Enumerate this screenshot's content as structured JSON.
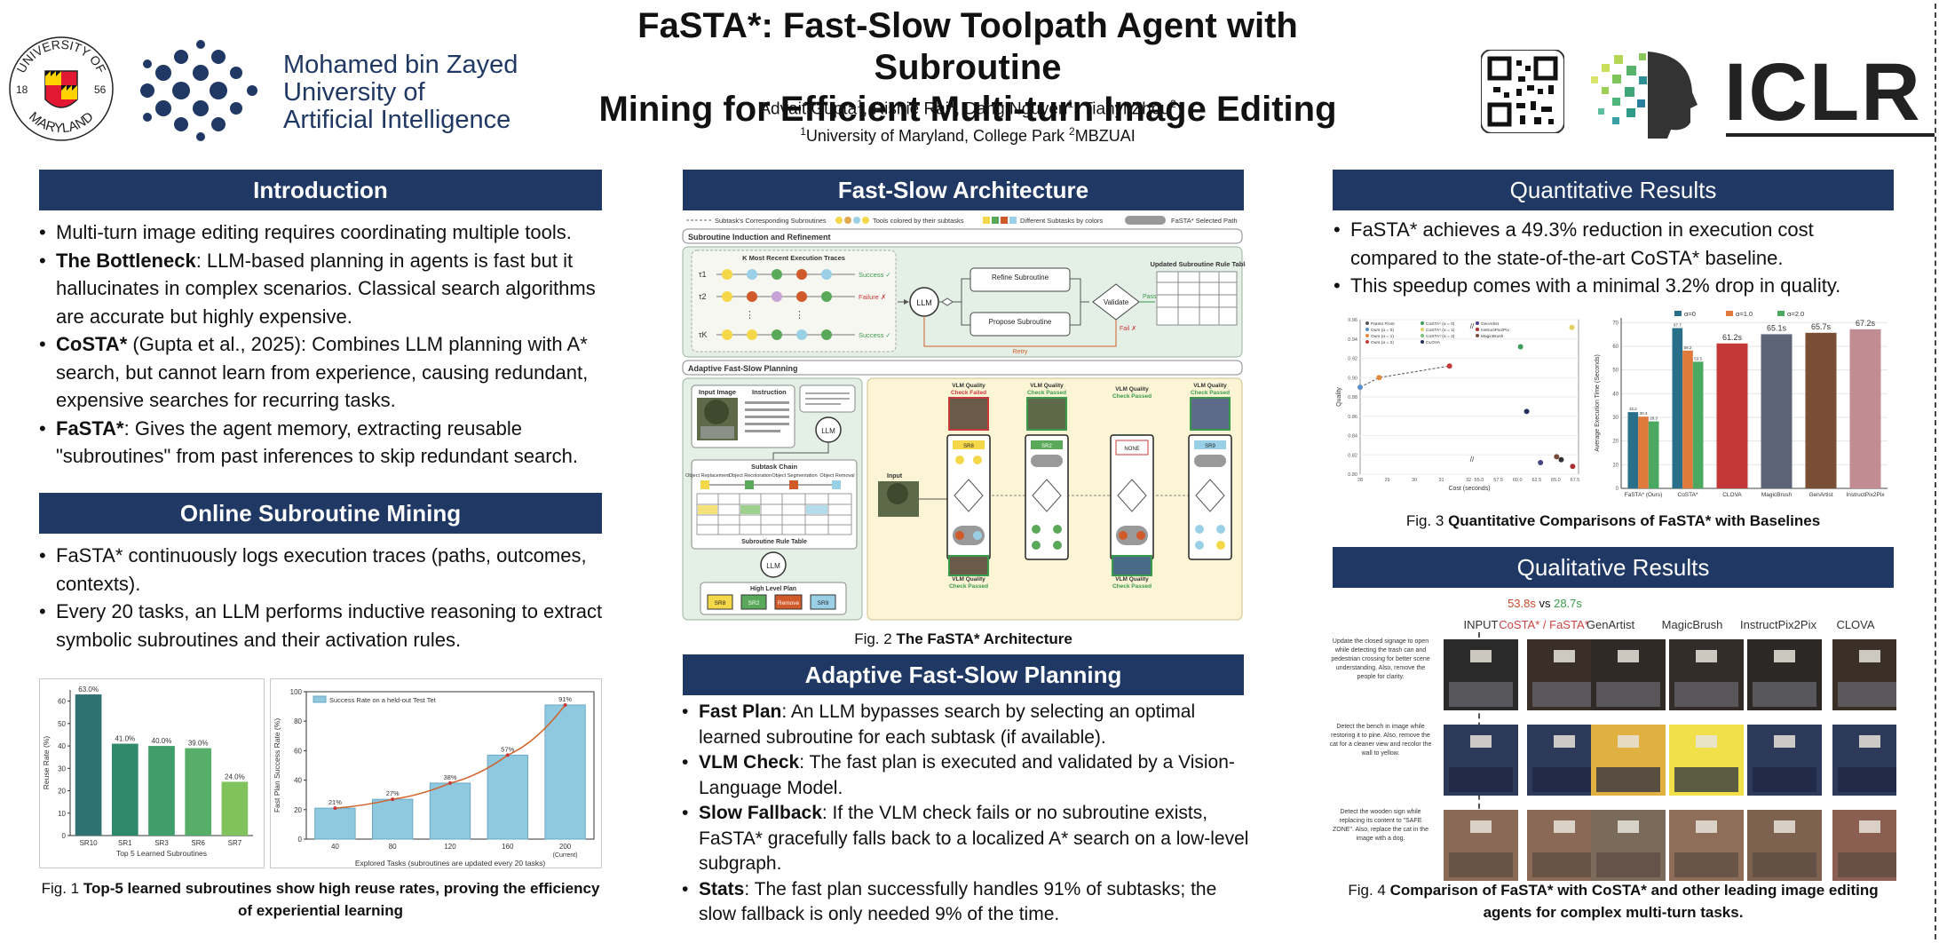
{
  "header": {
    "title_line1": "FaSTA*: Fast-Slow Toolpath Agent with Subroutine",
    "title_line2": "Mining for Efficient Multi-turn Image Editing",
    "authors": [
      {
        "name": "Advait Gupta",
        "sup": "1"
      },
      {
        "name": "Rishie Raj",
        "sup": "1"
      },
      {
        "name": "Dang Nguyen",
        "sup": "1"
      },
      {
        "name": "Tianyi Zhou",
        "sup": "2"
      }
    ],
    "affil_sup1": "1",
    "affil1": "University of Maryland, College Park ",
    "affil_sup2": "2",
    "affil2": "MBZUAI",
    "umd_ring_top": "UNIVERSITY OF",
    "umd_ring_bottom": "MARYLAND",
    "umd_year_left": "18",
    "umd_year_right": "56",
    "mbz_line1": "Mohamed bin Zayed",
    "mbz_line2": "University of",
    "mbz_line3": "Artificial Intelligence",
    "iclr": "ICLR"
  },
  "intro": {
    "heading": "Introduction",
    "b1": "Multi-turn image editing requires coordinating multiple tools.",
    "b2_bold": "The Bottleneck",
    "b2": ": LLM-based planning in agents is fast but it hallucinates in complex scenarios. Classical search algorithms are accurate but highly expensive.",
    "b3_bold": "CoSTA*",
    "b3": " (Gupta et al., 2025): Combines LLM planning with A* search, but cannot learn from experience, causing redundant, expensive searches for recurring tasks.",
    "b4_bold": "FaSTA*",
    "b4": ": Gives the agent memory, extracting reusable \"subroutines\" from past inferences to skip redundant search."
  },
  "mining": {
    "heading": "Online Subroutine Mining",
    "b1": "FaSTA* continuously logs execution traces (paths, outcomes, contexts).",
    "b2": "Every 20 tasks, an LLM performs inductive reasoning to extract symbolic subroutines and their activation rules.",
    "fig_label": "Fig. 1 ",
    "fig_caption": "Top-5 learned subroutines show high reuse rates, proving the efficiency of experiential learning"
  },
  "arch": {
    "heading": "Fast-Slow Architecture",
    "legend1": "Subtask's Corresponding Subroutines",
    "legend2": "Tools colored by their subtasks",
    "legend3": "Different Subtasks by colors",
    "legend4": "FaSTA* Selected Path",
    "box1_title": "Subroutine Induction and Refinement",
    "traces_title": "K Most Recent Execution Traces",
    "trace_labels": [
      "τ1",
      "τ2",
      "τK"
    ],
    "trace_results": [
      "Success ✓",
      "Failure ✗",
      "Success ✓"
    ],
    "llm": "LLM",
    "refine": "Refine Subroutine",
    "propose": "Propose Subroutine",
    "validate": "Validate",
    "pass": "Pass",
    "fail": "Fail ✗",
    "retry": "Retry",
    "rule_table": "Updated Subroutine Rule Table",
    "box2_title": "Adaptive Fast-Slow Planning",
    "input_image": "Input Image",
    "instruction": "Instruction",
    "subtask_chain": "Subtask Chain",
    "subtasks": [
      "Object Replacement",
      "Object Recoloration",
      "Object Segmentation",
      "Object Removal"
    ],
    "rule_table2": "Subroutine Rule Table",
    "high_plan": "High Level Plan",
    "plan_items": [
      "SR8",
      "SR2",
      "Remove",
      "SR9"
    ],
    "input_label": "Input",
    "vlm": [
      {
        "top": "VLM Quality",
        "status": "Check Failed"
      },
      {
        "top": "VLM Quality",
        "status": "Check Passed"
      },
      {
        "top": "VLM Quality",
        "status": "Check Passed"
      },
      {
        "top": "VLM Quality",
        "status": "Check Passed"
      }
    ],
    "vlm_bottom": [
      {
        "top": "VLM Quality",
        "status": "Check Passed"
      },
      {
        "top": "VLM Quality",
        "status": "Check Passed"
      }
    ],
    "sr_tags": [
      "SR8",
      "SR2",
      "NONE",
      "SR9"
    ],
    "fig_label": "Fig. 2 ",
    "fig_caption": "The FaSTA* Architecture"
  },
  "planning": {
    "heading": "Adaptive Fast-Slow Planning",
    "b1_bold": "Fast Plan",
    "b1": ": An LLM bypasses search by selecting an optimal learned subroutine for each subtask (if available).",
    "b2_bold": "VLM Check",
    "b2": ": The fast plan is executed and validated by a Vision-Language Model.",
    "b3_bold": "Slow Fallback",
    "b3": ": If the VLM check fails or no subroutine exists, FaSTA* gracefully falls back to a localized A* search on a low-level subgraph.",
    "b4_bold": "Stats",
    "b4": ": The fast plan successfully handles 91% of subtasks; the slow fallback is only needed 9% of the time."
  },
  "quant": {
    "heading": "Quantitative Results",
    "b1": "FaSTA* achieves a 49.3% reduction in execution cost compared to the state-of-the-art CoSTA* baseline.",
    "b2": "This speedup comes with a minimal 3.2% drop in quality.",
    "fig_label": "Fig. 3 ",
    "fig_caption": "Quantitative Comparisons of FaSTA* with Baselines"
  },
  "qual": {
    "heading": "Qualitative Results",
    "time_a": "53.8s",
    "time_vs": " vs ",
    "time_b": "28.7s",
    "cols": [
      "INPUT",
      "CoSTA* / FaSTA*",
      "GenArtist",
      "MagicBrush",
      "InstructPix2Pix",
      "CLOVA"
    ],
    "prompts": [
      "Update the closed signage to open while detecting the trash can and pedestrian crossing for better scene understanding. Also, remove the people for clarity.",
      "Detect the bench in image while restoring it to pine. Also, remove the cat for a cleaner view and recolor the wall to yellow.",
      "Detect the wooden sign while replacing its content to \"SAFE ZONE\". Also, replace the cat in the image with a dog."
    ],
    "fig_label": "Fig. 4 ",
    "fig_caption_line1": "Comparison of FaSTA* with CoSTA* and other leading image editing",
    "fig_caption_line2": "agents for complex multi-turn tasks."
  },
  "chart_data": [
    {
      "id": "reuse",
      "type": "bar",
      "title": "",
      "xlabel": "Top 5 Learned Subroutines",
      "ylabel": "Reuse Rate (%)",
      "categories": [
        "SR10",
        "SR1",
        "SR3",
        "SR6",
        "SR7"
      ],
      "values": [
        63.0,
        41.0,
        40.0,
        39.0,
        24.0
      ],
      "value_labels": [
        "63.0%",
        "41.0%",
        "40.0%",
        "39.0%",
        "24.0%"
      ],
      "colors": [
        "#2e7272",
        "#2f8a6c",
        "#3f9e6a",
        "#56ae68",
        "#80c25c"
      ],
      "ylim": [
        0,
        65
      ],
      "yticks": [
        "0",
        "10",
        "20",
        "30",
        "40",
        "50",
        "60"
      ]
    },
    {
      "id": "success",
      "type": "bar",
      "legend": "Success Rate on a held-out Test Tet",
      "xlabel": "Explored Tasks (subroutines are updated every 20 tasks)",
      "ylabel": "Fast Plan Success Rate (%)",
      "categories": [
        "40",
        "80",
        "120",
        "160",
        "200"
      ],
      "sub_label": "(Current)",
      "values": [
        21,
        27,
        38,
        57,
        91
      ],
      "value_labels": [
        "21%",
        "27%",
        "38%",
        "57%",
        "91%"
      ],
      "color": "#8fc9e0",
      "ylim": [
        0,
        100
      ],
      "yticks": [
        "0",
        "20",
        "40",
        "60",
        "80",
        "100"
      ]
    },
    {
      "id": "pareto",
      "type": "scatter",
      "xlabel": "Cost (seconds)",
      "ylabel": "Quality",
      "xticks": [
        "28",
        "29",
        "30",
        "31",
        "32",
        "55.0",
        "57.5",
        "60.0",
        "62.5",
        "65.0",
        "67.5"
      ],
      "yticks": [
        "0.80",
        "0.82",
        "0.84",
        "0.86",
        "0.88",
        "0.90",
        "0.92",
        "0.94",
        "0.96"
      ],
      "legend": [
        "Pareto Front",
        "Ours (α = 0)",
        "Ours (α = 1)",
        "Ours (α = 2)",
        "CoSTA* (α = 0)",
        "CoSTA* (α = 1)",
        "CoSTA* (α = 2)",
        "CLOVA",
        "GenArtist",
        "InstructPix2Pix",
        "MagicBrush"
      ],
      "points": [
        {
          "label": "Ours (α = 0)",
          "x": 28.0,
          "y": 0.89,
          "color": "#5b8fc9"
        },
        {
          "label": "Ours (α = 1)",
          "x": 28.7,
          "y": 0.9,
          "color": "#e08a3c"
        },
        {
          "label": "Ours (α = 2)",
          "x": 31.3,
          "y": 0.912,
          "color": "#c43a3a"
        },
        {
          "label": "CoSTA*",
          "x": 60.4,
          "y": 0.932,
          "color": "#3c9e5a"
        },
        {
          "label": "CoSTA*",
          "x": 67.1,
          "y": 0.952,
          "color": "#e0d060"
        },
        {
          "label": "CLOVA",
          "x": 61.2,
          "y": 0.865,
          "color": "#24305a"
        },
        {
          "label": "GenArtist",
          "x": 65.7,
          "y": 0.815,
          "color": "#333333"
        },
        {
          "label": "MagicBrush",
          "x": 65.1,
          "y": 0.818,
          "color": "#7a4a3a"
        },
        {
          "label": "InstructPix2Pix",
          "x": 67.2,
          "y": 0.808,
          "color": "#a83030"
        },
        {
          "label": "GenArtist",
          "x": 63.0,
          "y": 0.812,
          "color": "#444488"
        }
      ]
    },
    {
      "id": "exectime",
      "type": "bar",
      "ylabel": "Average Execution Time (Seconds)",
      "legend": [
        "α=0",
        "α=1.0",
        "α=2.0"
      ],
      "legend_colors": [
        "#2a6f8a",
        "#e07a3c",
        "#4aa860"
      ],
      "categories": [
        "FaSTA* (Ours)",
        "CoSTA*",
        "CLOVA",
        "MagicBrush",
        "GenArtist",
        "InstructPix2Pix"
      ],
      "grouped": [
        {
          "name": "FaSTA* (Ours)",
          "values": [
            32.2,
            30.3,
            28.3
          ],
          "labels": [
            "32.2",
            "30.3",
            "28.3"
          ]
        },
        {
          "name": "CoSTA*",
          "values": [
            67.7,
            58.2,
            53.5
          ],
          "labels": [
            "67.7",
            "58.2",
            "53.5"
          ]
        }
      ],
      "single": [
        {
          "name": "CLOVA",
          "value": 61.2,
          "label": "61.2s",
          "color": "#c43838"
        },
        {
          "name": "MagicBrush",
          "value": 65.1,
          "label": "65.1s",
          "color": "#5e6478"
        },
        {
          "name": "GenArtist",
          "value": 65.7,
          "label": "65.7s",
          "color": "#7a4e34"
        },
        {
          "name": "InstructPix2Pix",
          "value": 67.2,
          "label": "67.2s",
          "color": "#c18c92"
        }
      ],
      "ylim": [
        0,
        72
      ],
      "yticks": [
        "0",
        "10",
        "20",
        "30",
        "40",
        "50",
        "60",
        "70"
      ]
    }
  ]
}
